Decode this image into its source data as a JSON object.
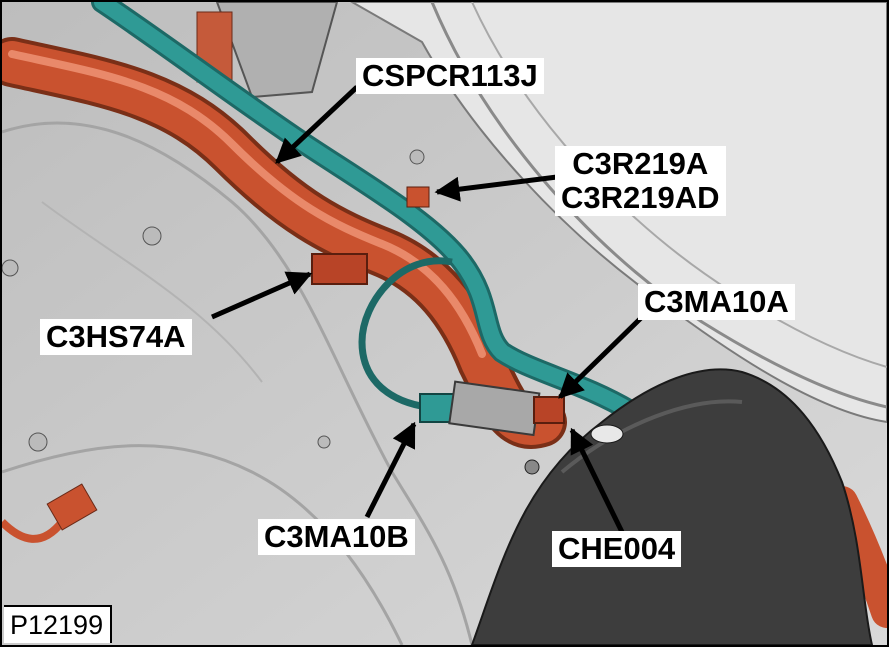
{
  "figure_id": "P12199",
  "callouts": {
    "cspcr113j": "CSPCR113J",
    "c3r219a": "C3R219A",
    "c3r219ad": "C3R219AD",
    "c3ma10a": "C3MA10A",
    "c3hs74a": "C3HS74A",
    "c3ma10b": "C3MA10B",
    "che004": "CHE004"
  },
  "colors": {
    "panel": "#c9c9c9",
    "panel_dark": "#8f8f8f",
    "harness_orange": "#c9522f",
    "harness_teal": "#2f9a95",
    "cover": "#3d3d3d"
  }
}
